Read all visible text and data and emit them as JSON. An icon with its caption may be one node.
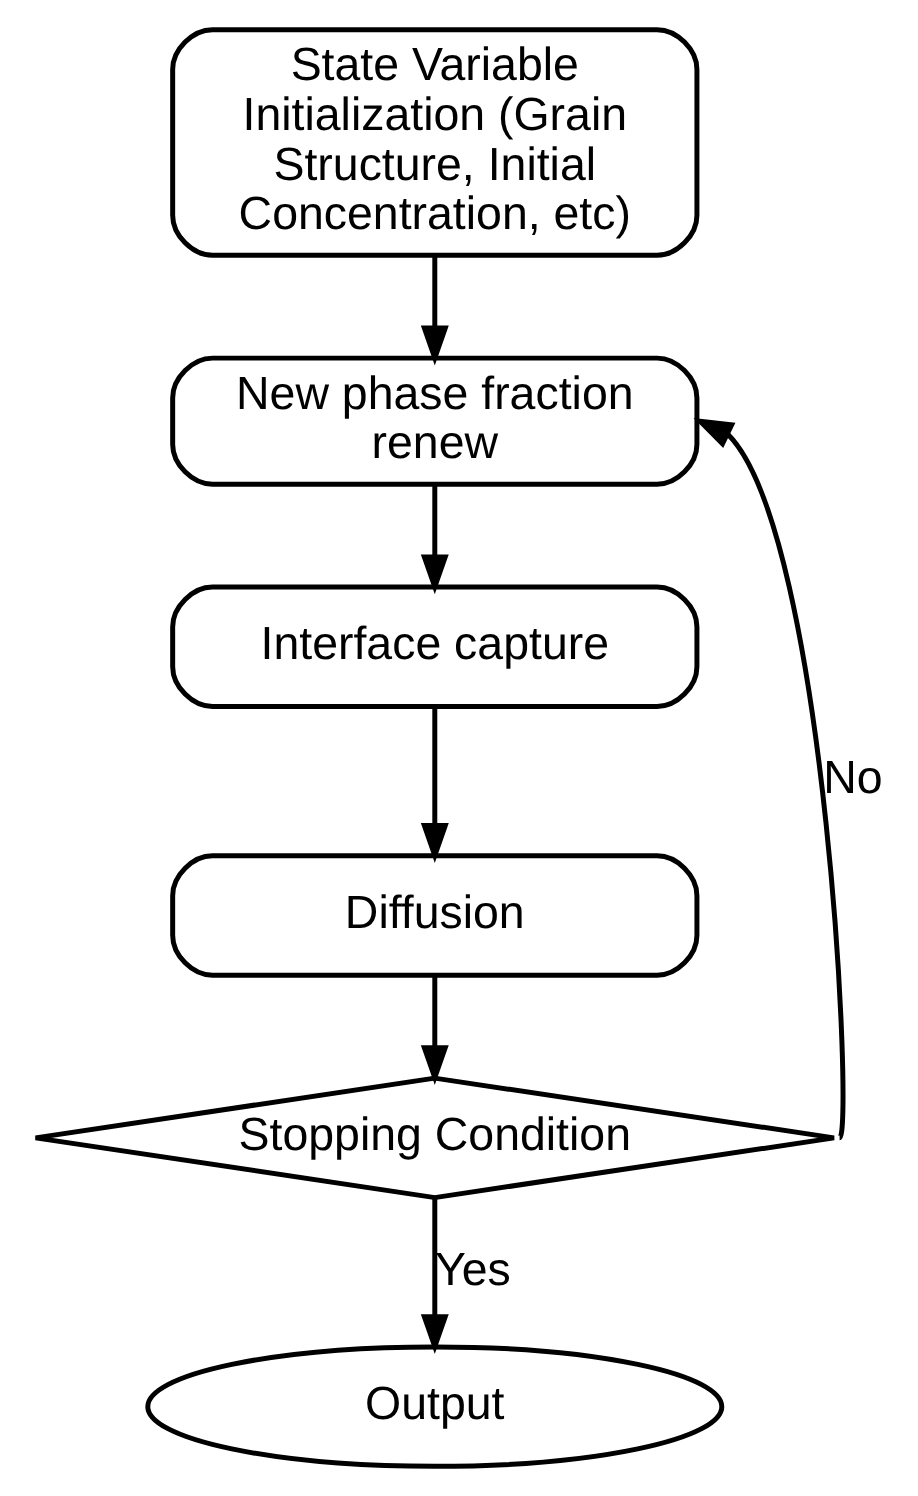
{
  "diagram": {
    "nodes": [
      {
        "text": [
          "State Variable Initialization (Grain Structure, Initial Concentration, etc)"
        ]
      },
      {
        "text": [
          "New phase fraction renew"
        ]
      },
      {
        "text": [
          "Interface capture"
        ]
      },
      {
        "text": [
          "Diffusion"
        ]
      },
      {
        "text": [
          "Stopping Condition"
        ]
      },
      {
        "text": [
          "Output"
        ]
      }
    ],
    "edges": [
      {
        "from": 0,
        "to": 1,
        "arrow": "to"
      },
      {
        "from": 1,
        "to": 2,
        "arrow": "to"
      },
      {
        "from": 2,
        "to": 3,
        "arrow": "to"
      },
      {
        "from": 3,
        "to": 4,
        "arrow": "to"
      },
      {
        "from": 4,
        "to": 1,
        "arrow": "to",
        "label": "No"
      },
      {
        "from": 4,
        "to": 5,
        "arrow": "to",
        "label": "Yes"
      }
    ]
  }
}
